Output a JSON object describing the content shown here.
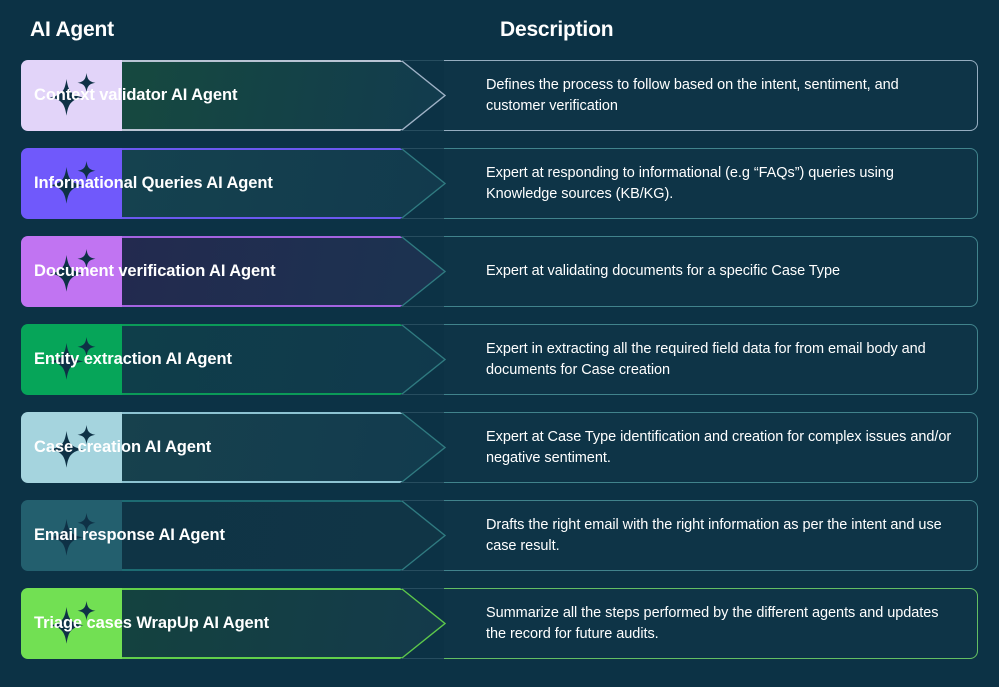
{
  "header": {
    "col_agent": "AI Agent",
    "col_description": "Description"
  },
  "theme": {
    "background": "#0c3245",
    "header_text": "#ffffff",
    "card_border": "#1d6b72",
    "icon_glyph": "sparkle-icon",
    "icon_color": "#0e3146"
  },
  "rows": [
    {
      "name": "Context validator AI Agent",
      "description": "Defines the process to follow based on the intent, sentiment, and customer verification",
      "badge_color": "#e2d4f9",
      "accent": "#b9c4d4",
      "panel_from": "#16493f",
      "panel_to": "#123b4e",
      "chevron_color": "#9fb2c6"
    },
    {
      "name": "Informational Queries AI Agent",
      "description": "Expert at responding to informational (e.g “FAQs”) queries using Knowledge sources (KB/KG).",
      "badge_color": "#7059fb",
      "accent": "#6b58f0",
      "panel_from": "#15424f",
      "panel_to": "#123a4d",
      "chevron_color": "#2f7a80"
    },
    {
      "name": "Document verification AI Agent",
      "description": "Expert at validating documents for a specific Case Type",
      "badge_color": "#c174f2",
      "accent": "#a463e0",
      "panel_from": "#232a4f",
      "panel_to": "#1b3350",
      "chevron_color": "#2f7a80"
    },
    {
      "name": "Entity extraction AI Agent",
      "description": "Expert in extracting all the required field data for from email body and documents for Case creation",
      "badge_color": "#06a559",
      "accent": "#0b9a58",
      "panel_from": "#0f3e4a",
      "panel_to": "#10394c",
      "chevron_color": "#2f7a80"
    },
    {
      "name": "Case creation AI Agent",
      "description": "Expert at Case Type identification and creation for complex issues and/or negative sentiment.",
      "badge_color": "#a5d4de",
      "accent": "#8dc3d2",
      "panel_from": "#17414d",
      "panel_to": "#123b4e",
      "chevron_color": "#2f7a80"
    },
    {
      "name": "Email response AI Agent",
      "description": "Drafts the right email with the right information as per the intent and use case result.",
      "badge_color": "#235f6e",
      "accent": "#1d6b72",
      "panel_from": "#0f3445",
      "panel_to": "#103546",
      "chevron_color": "#2f7a80"
    },
    {
      "name": "Triage cases WrapUp AI Agent",
      "description": "Summarize all the steps performed by the different agents and updates the record for future audits.",
      "badge_color": "#72e053",
      "accent": "#62cf4a",
      "panel_from": "#14423f",
      "panel_to": "#143a4b",
      "chevron_color": "#5dc84a"
    }
  ]
}
